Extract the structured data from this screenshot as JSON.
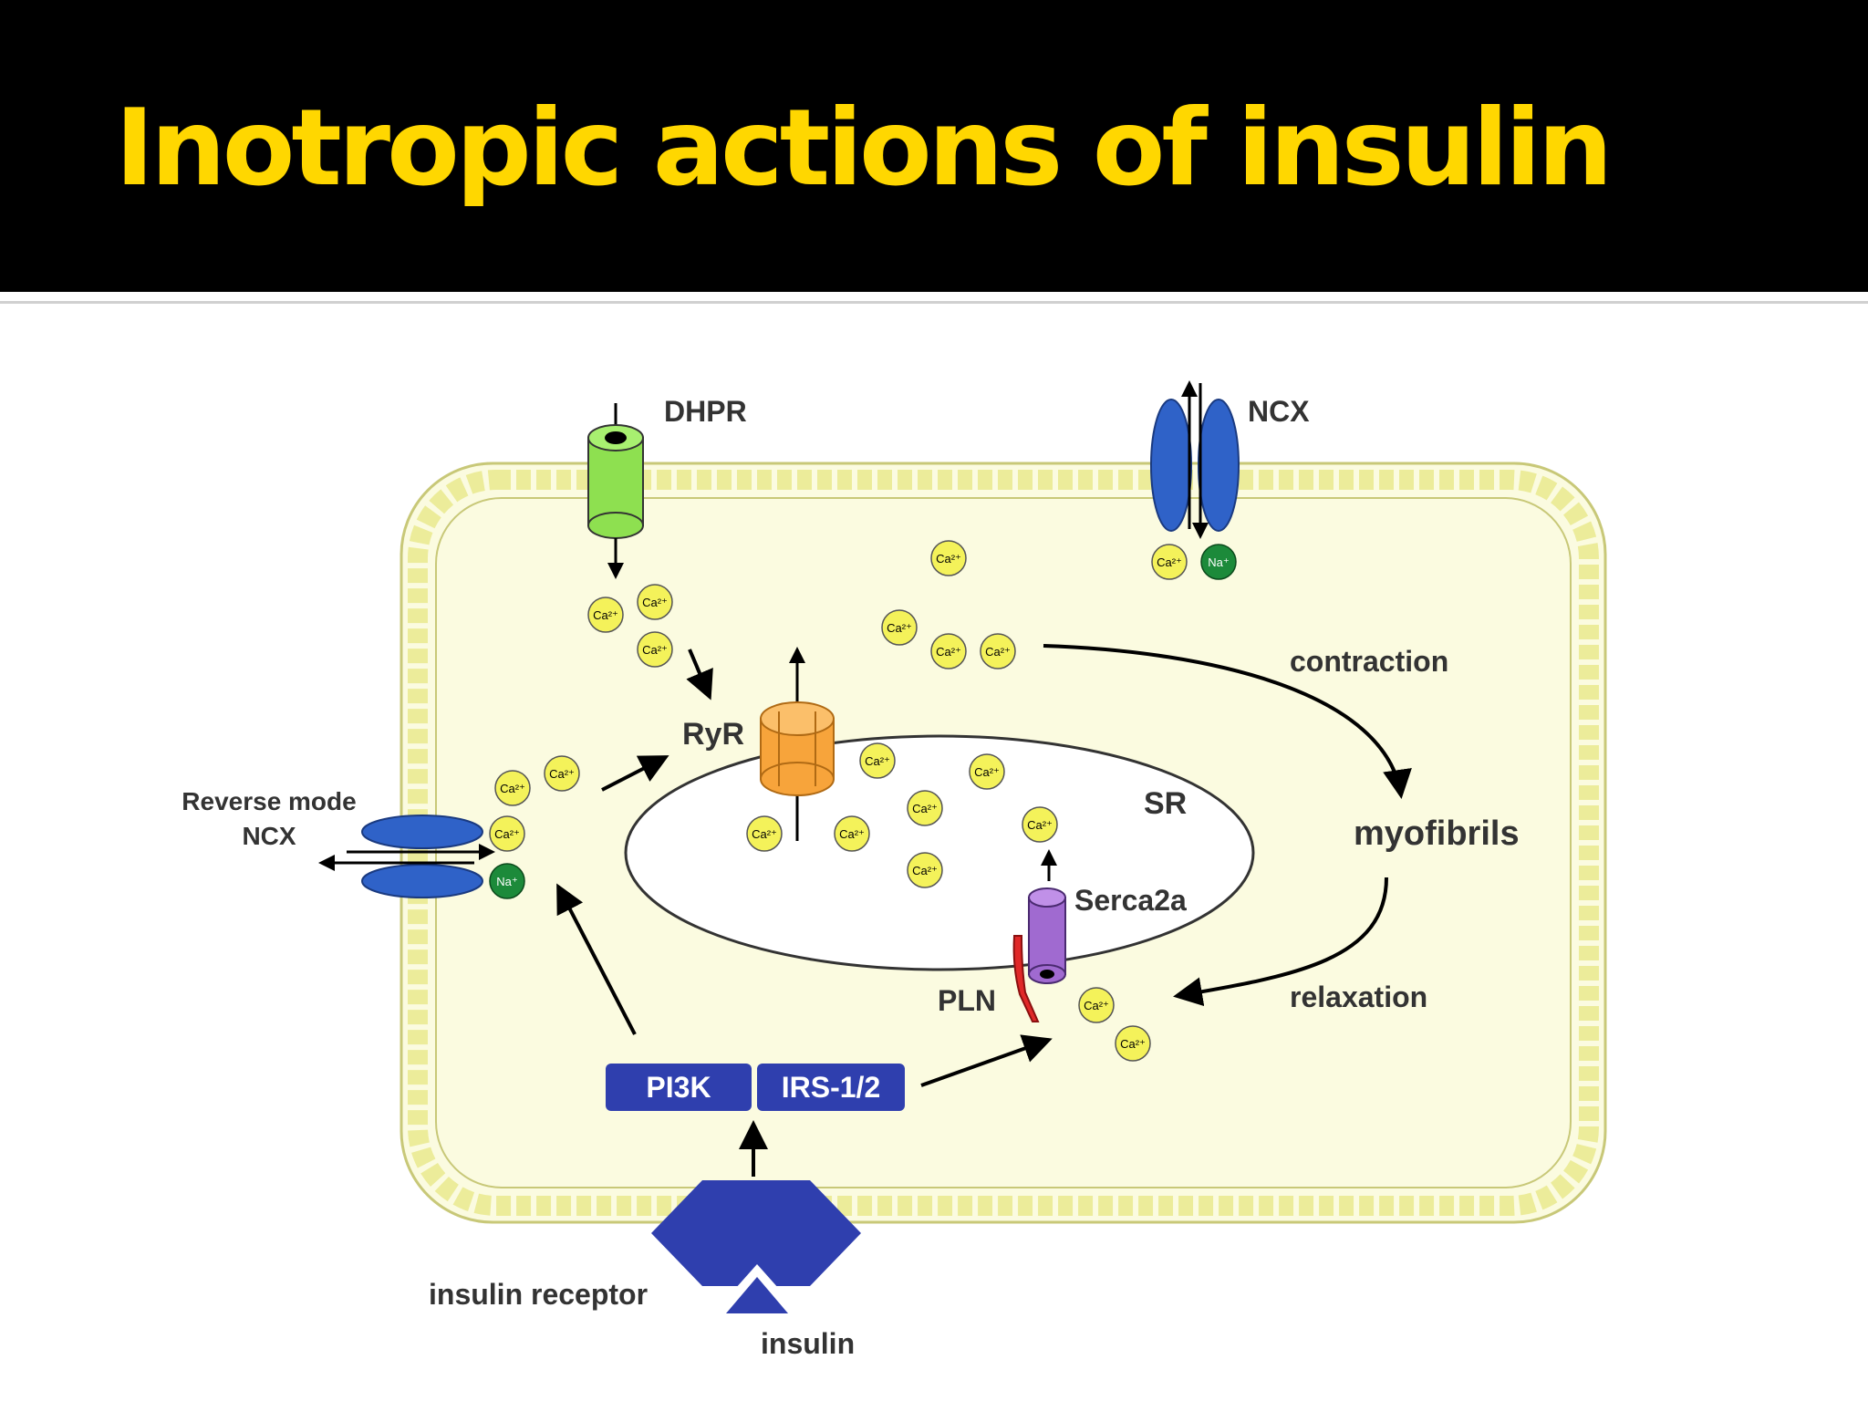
{
  "slide": {
    "title": "Inotropic actions of insulin",
    "title_color": "#ffd700",
    "header_background": "#000000"
  },
  "diagram": {
    "labels": {
      "dhpr": "DHPR",
      "ncx_top": "NCX",
      "reverse_mode_line1": "Reverse mode",
      "reverse_mode_line2": "NCX",
      "ryr": "RyR",
      "sr": "SR",
      "contraction": "contraction",
      "myofibrils": "myofibrils",
      "relaxation": "relaxation",
      "serca2a": "Serca2a",
      "pln": "PLN",
      "pi3k": "PI3K",
      "irs": "IRS-1/2",
      "insulin_receptor": "insulin receptor",
      "insulin": "insulin"
    },
    "ions": {
      "calcium": "Ca²⁺",
      "sodium": "Na⁺"
    },
    "colors": {
      "cytoplasm": "#fbfbe0",
      "membrane": "#ecec9a",
      "calcium_ion": "#f4f25a",
      "sodium_ion": "#1c8a3a",
      "dhpr_channel": "#8ee050",
      "ncx_exchanger": "#2f62c8",
      "ryr_channel": "#f7a43b",
      "serca2a_pump": "#a06ad0",
      "pln": "#e02828",
      "signaling_box": "#2f3fae",
      "insulin_receptor": "#2f3fae"
    }
  }
}
